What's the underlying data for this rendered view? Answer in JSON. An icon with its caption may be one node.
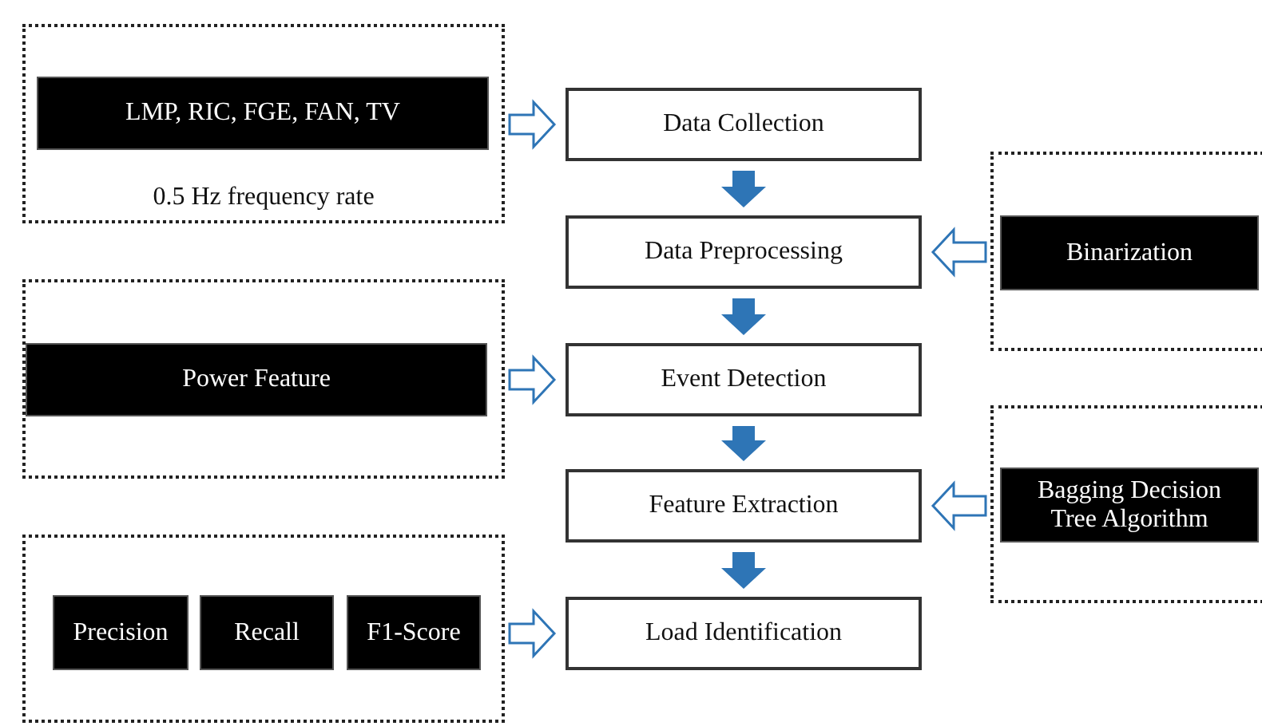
{
  "diagram": {
    "nodes": [
      {
        "text": [
          "0.5 Hz frequency rate"
        ]
      },
      {
        "text": [
          "LMP, RIC, FGE, FAN, TV"
        ],
        "in": 0
      },
      {
        "text": [
          "Data Collection"
        ]
      },
      {
        "text": [],
        "shape": "box"
      },
      {
        "text": [
          "Binarization"
        ],
        "in": 3
      },
      {
        "text": [
          "Data Preprocessing"
        ]
      },
      {
        "text": [],
        "shape": "box"
      },
      {
        "text": [
          "Power Feature"
        ],
        "in": 6
      },
      {
        "text": [
          "Event Detection"
        ]
      },
      {
        "text": [],
        "shape": "box"
      },
      {
        "text": [
          "Bagging Decision Tree Algorithm"
        ],
        "in": 9
      },
      {
        "text": [
          "Feature Extraction"
        ]
      },
      {
        "text": [],
        "shape": "box"
      },
      {
        "text": [
          "Precision"
        ],
        "in": 12
      },
      {
        "text": [
          "Recall"
        ],
        "in": 12
      },
      {
        "text": [
          "F1-Score"
        ],
        "in": 12
      },
      {
        "text": [
          "Load Identification"
        ]
      }
    ],
    "edges": [
      {
        "from": 0,
        "to": 2,
        "arrow": "to"
      },
      {
        "from": 2,
        "to": 5,
        "arrow": "to"
      },
      {
        "from": 3,
        "to": 5,
        "arrow": "to"
      },
      {
        "from": 5,
        "to": 8,
        "arrow": "to"
      },
      {
        "from": 6,
        "to": 8,
        "arrow": "to"
      },
      {
        "from": 8,
        "to": 11,
        "arrow": "to"
      },
      {
        "from": 9,
        "to": 11,
        "arrow": "to"
      },
      {
        "from": 11,
        "to": 16,
        "arrow": "to"
      },
      {
        "from": 12,
        "to": 16,
        "arrow": "to"
      }
    ]
  }
}
